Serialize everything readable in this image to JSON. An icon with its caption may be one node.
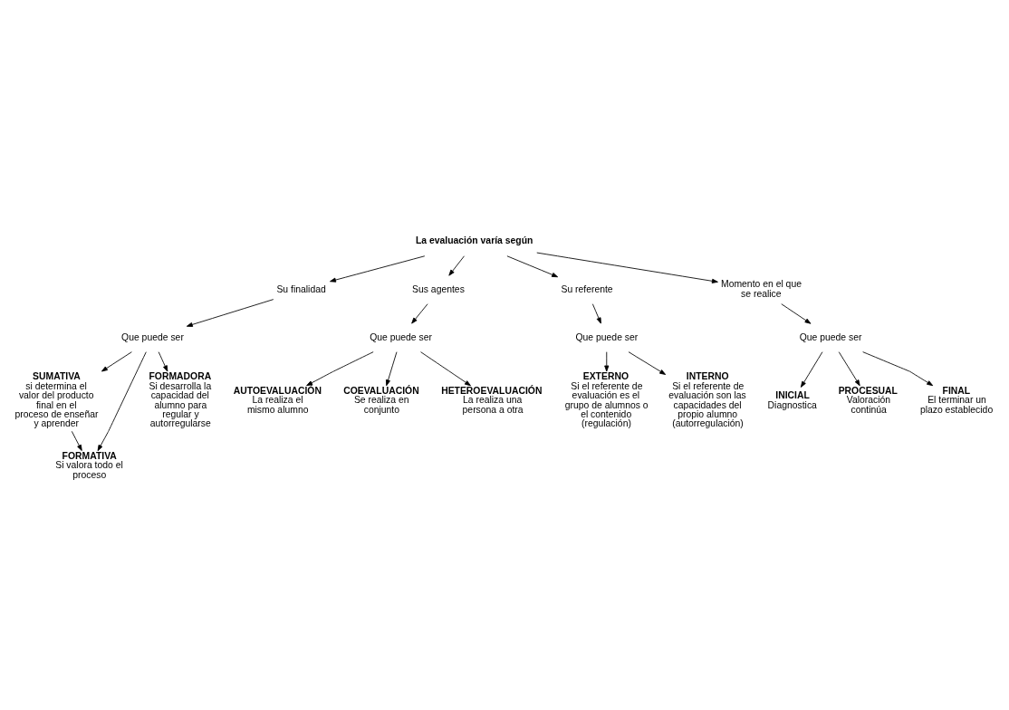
{
  "diagram": {
    "nodes": [
      {
        "text": [
          "La evaluación varía según"
        ]
      },
      {
        "text": [
          "Su finalidad"
        ]
      },
      {
        "text": [
          "Sus agentes"
        ]
      },
      {
        "text": [
          "Su referente"
        ]
      },
      {
        "text": [
          "Momento en el que se realice"
        ]
      },
      {
        "text": [
          "Que puede ser"
        ]
      },
      {
        "text": [
          "Que puede ser"
        ]
      },
      {
        "text": [
          "Que puede ser"
        ]
      },
      {
        "text": [
          "Que puede ser"
        ]
      },
      {
        "text": [
          "SUMATIVA",
          "si determina el valor del producto final en el proceso de enseñar y aprender"
        ]
      },
      {
        "text": [
          "FORMATIVA",
          "Si valora todo el proceso"
        ]
      },
      {
        "text": [
          "FORMADORA",
          "Si desarrolla la capacidad del alumno para regular y autorregularse"
        ]
      },
      {
        "text": [
          "AUTOEVALUACIÓN",
          "La realiza el mismo alumno"
        ]
      },
      {
        "text": [
          "COEVALUACIÓN",
          "Se realiza en conjunto"
        ]
      },
      {
        "text": [
          "HETEROEVALUACIÓN",
          "La realiza una persona a otra"
        ]
      },
      {
        "text": [
          "EXTERNO",
          "Si el referente de evaluación es el grupo de alumnos o el contenido (regulación)"
        ]
      },
      {
        "text": [
          "INTERNO",
          "Si el referente de evaluación son las capacidades del propio alumno (autorregulación)"
        ]
      },
      {
        "text": [
          "INICIAL",
          "Diagnostica"
        ]
      },
      {
        "text": [
          "PROCESUAL",
          "Valoración continúa"
        ]
      },
      {
        "text": [
          "FINAL",
          "El terminar un plazo establecido"
        ]
      }
    ],
    "edges": [
      {
        "from": 0,
        "to": 1,
        "arrow": "to"
      },
      {
        "from": 0,
        "to": 2,
        "arrow": "to"
      },
      {
        "from": 0,
        "to": 3,
        "arrow": "to"
      },
      {
        "from": 0,
        "to": 4,
        "arrow": "to"
      },
      {
        "from": 1,
        "to": 5,
        "arrow": "to"
      },
      {
        "from": 2,
        "to": 6,
        "arrow": "to"
      },
      {
        "from": 3,
        "to": 7,
        "arrow": "to"
      },
      {
        "from": 4,
        "to": 8,
        "arrow": "to"
      },
      {
        "from": 5,
        "to": 9,
        "arrow": "to"
      },
      {
        "from": 9,
        "to": 10,
        "arrow": "to"
      },
      {
        "from": 5,
        "to": 10,
        "arrow": "to"
      },
      {
        "from": 5,
        "to": 11,
        "arrow": "to"
      },
      {
        "from": 6,
        "to": 12,
        "arrow": "to"
      },
      {
        "from": 6,
        "to": 13,
        "arrow": "to"
      },
      {
        "from": 6,
        "to": 14,
        "arrow": "to"
      },
      {
        "from": 7,
        "to": 15,
        "arrow": "to"
      },
      {
        "from": 7,
        "to": 16,
        "arrow": "to"
      },
      {
        "from": 8,
        "to": 17,
        "arrow": "to"
      },
      {
        "from": 8,
        "to": 18,
        "arrow": "to"
      },
      {
        "from": 8,
        "to": 19,
        "arrow": "to"
      }
    ]
  }
}
